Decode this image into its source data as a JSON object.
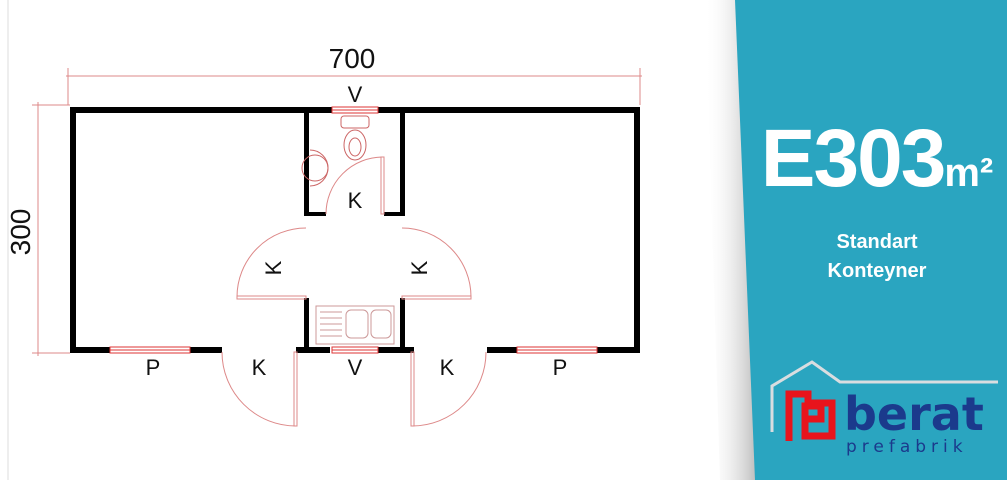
{
  "plan": {
    "width_dim": "700",
    "height_dim": "300",
    "labels": {
      "window_top": "V",
      "window_bottom": "V",
      "door_wc": "K",
      "door_left_room": "K",
      "door_right_room": "K",
      "door_entry_left": "K",
      "door_entry_right": "K",
      "window_left": "P",
      "window_right": "P"
    }
  },
  "panel": {
    "model": "E303",
    "unit": "m²",
    "line1": "Standart",
    "line2": "Konteyner",
    "colors": {
      "panel": "#2aa5c0",
      "brand_red": "#e8141c",
      "brand_blue": "#1b3a8c"
    }
  },
  "logo": {
    "name": "berat",
    "tagline": "prefabrik"
  }
}
